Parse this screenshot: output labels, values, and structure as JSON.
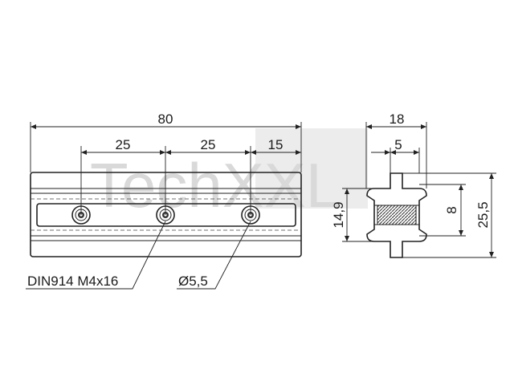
{
  "watermark": {
    "text": "TechXXL",
    "color": "#d9d9d9"
  },
  "dimensions": {
    "overall_length": "80",
    "hole_spacing_1": "25",
    "hole_spacing_2": "25",
    "end_offset": "15",
    "side_width": "18",
    "slot_width": "5",
    "height_inner": "14,9",
    "thread_depth": "8",
    "total_height": "25,5"
  },
  "callouts": {
    "screw": "DIN914 M4x16",
    "hole_diameter": "Ø5,5"
  },
  "colors": {
    "line": "#222222",
    "background": "#ffffff"
  }
}
